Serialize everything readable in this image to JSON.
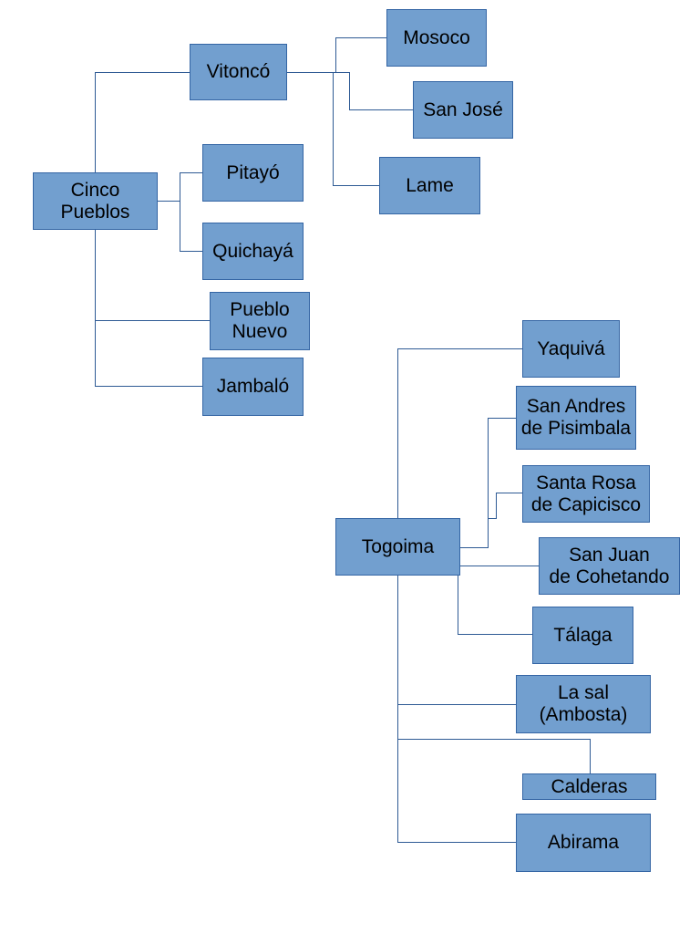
{
  "colors": {
    "node_fill": "#729fcf",
    "node_border": "#3465a4",
    "connector": "#2e5a94",
    "background": "#ffffff"
  },
  "diagram": {
    "vitonco": "Vitoncó",
    "mosoco": "Mosoco",
    "san_jose": "San José",
    "lame": "Lame",
    "cinco_pueblos": "Cinco\nPueblos",
    "pitayo": "Pitayó",
    "quichaya": "Quichayá",
    "pueblo_nuevo": "Pueblo\nNuevo",
    "jambalo": "Jambaló",
    "togoima": "Togoima",
    "yaquiva": "Yaquivá",
    "san_andres": "San Andres\nde Pisimbala",
    "santa_rosa": "Santa Rosa\nde Capicisco",
    "san_juan": "San Juan\nde Cohetando",
    "talaga": "Tálaga",
    "la_sal": "La sal\n(Ambosta)",
    "calderas": "Calderas",
    "abirama": "Abirama"
  }
}
